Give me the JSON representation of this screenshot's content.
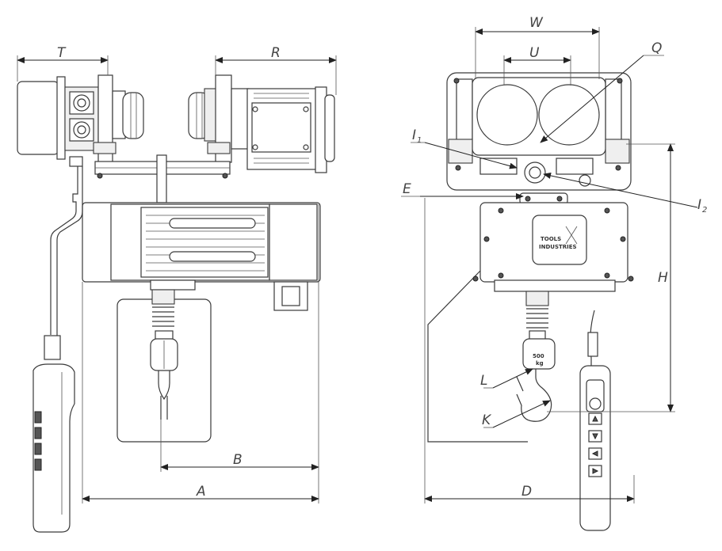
{
  "dimension_labels": {
    "T": "T",
    "R": "R",
    "B": "B",
    "A": "A",
    "W": "W",
    "U": "U",
    "Q": "Q",
    "I1": "I",
    "I1_sub": "1",
    "I2": "I",
    "I2_sub": "2",
    "E": "E",
    "H": "H",
    "L": "L",
    "K": "K",
    "D": "D"
  },
  "nameplate": {
    "line1": "TOOLS",
    "line2": "INDUSTRIES"
  },
  "hook_block": {
    "capacity": "500",
    "unit": "kg"
  }
}
